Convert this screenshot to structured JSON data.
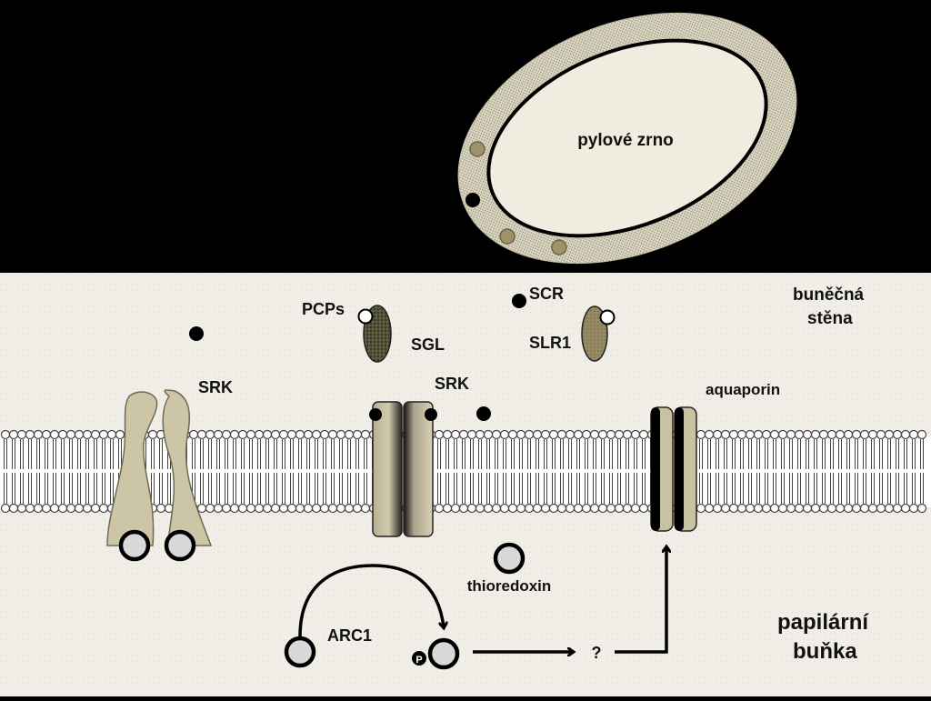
{
  "colors": {
    "top_background": "#000000",
    "cell_wall": "#f0eee6",
    "membrane": "#ffffff",
    "srk_protein": "#cdc6a6",
    "aquaporin_fill": "#c9c2a2",
    "pollen_coat": "#dbd7c2",
    "pollen_interior": "#efece0",
    "protein_ball": "#d8d8d8",
    "particle_olive": "#9e9268",
    "sgl_fill": "#3a3a28",
    "slr1_fill": "#958a62"
  },
  "labels": {
    "pollen": "pylové zrno",
    "pcps": "PCPs",
    "sgl": "SGL",
    "scr": "SCR",
    "slr1": "SLR1",
    "cell_wall_line1": "buněčná",
    "cell_wall_line2": "stěna",
    "srk_left": "SRK",
    "srk_right": "SRK",
    "aquaporin": "aquaporin",
    "thioredoxin": "thioredoxin",
    "arc1": "ARC1",
    "phospho": "P",
    "unknown": "?",
    "cell_line1": "papilární",
    "cell_line2": "buňka"
  }
}
